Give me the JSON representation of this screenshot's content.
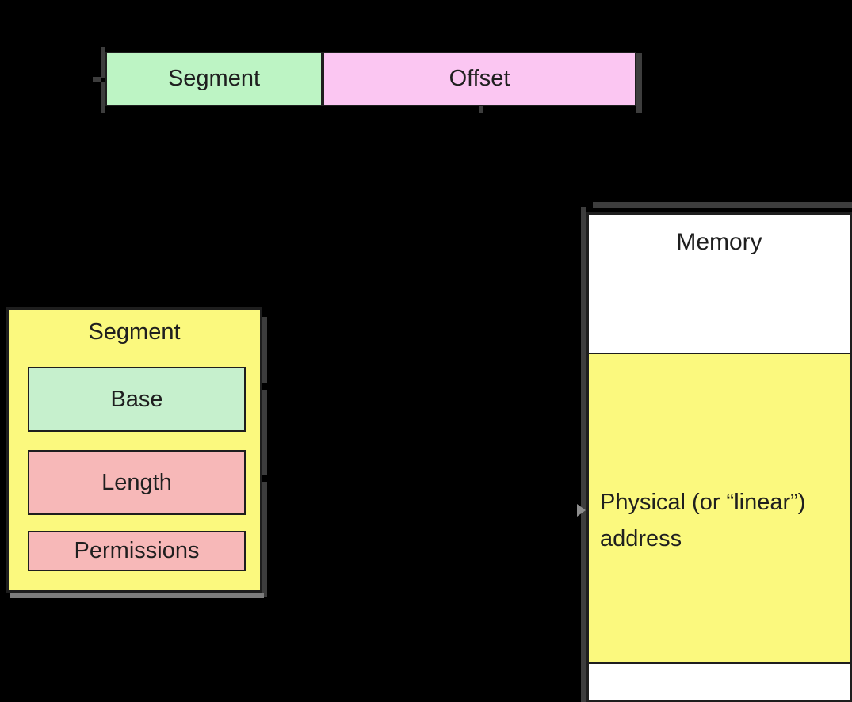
{
  "colors": {
    "background": "#000000",
    "green": "#bdf4c4",
    "green_soft": "#c6f0cd",
    "pink": "#fbc6f2",
    "yellow": "#fbf97e",
    "salmon": "#f7b8b8",
    "white": "#ffffff",
    "border": "#1e1e1e",
    "text": "#1f1f1f",
    "shadow_dark": "#3d3d3d",
    "shadow_light": "#7d7d7d"
  },
  "virtual_address_bar": {
    "segment_label": "Segment",
    "offset_label": "Offset"
  },
  "segment_descriptor": {
    "title": "Segment",
    "fields": [
      {
        "label": "Base",
        "fill": "green"
      },
      {
        "label": "Length",
        "fill": "salmon"
      },
      {
        "label": "Permissions",
        "fill": "salmon"
      }
    ]
  },
  "memory": {
    "title": "Memory",
    "region_label_line1": "Physical (or “linear”)",
    "region_label_line2": "address"
  }
}
